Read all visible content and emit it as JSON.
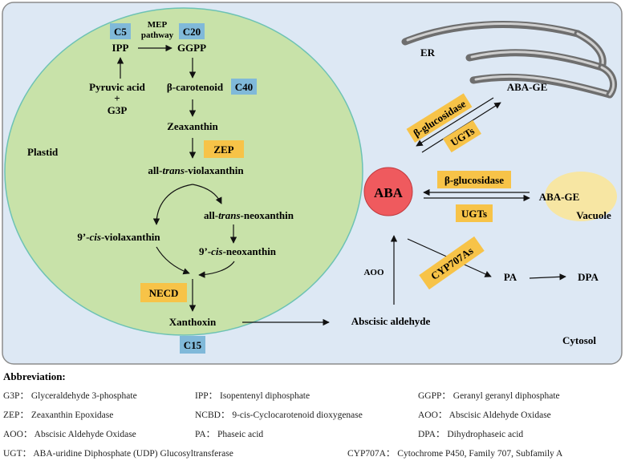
{
  "colors": {
    "cytosol_bg": "#dde8f4",
    "cytosol_border": "#8c8c8c",
    "plastid_fill": "#c8e2a9",
    "plastid_border": "#6dc2b4",
    "blue_box": "#80b9d9",
    "gold_box": "#f7c348",
    "aba_circle": "#ef5a5e",
    "vacuole": "#f7e6a3",
    "er": "#6e6e6e"
  },
  "icons": {
    "er": "endoplasmic-reticulum-icon",
    "vacuole": "vacuole-icon",
    "plastid": "plastid-icon"
  },
  "plastid": {
    "label": "Plastid",
    "c5": "C5",
    "ipp": "IPP",
    "mep_line1": "MEP",
    "mep_line2": "pathway",
    "c20": "C20",
    "ggpp": "GGPP",
    "pyruvic": "Pyruvic acid",
    "plus": "+",
    "g3p": "G3P",
    "beta_carotenoid": "β-carotenoid",
    "c40": "C40",
    "zeaxanthin": "Zeaxanthin",
    "zep": "ZEP",
    "all_trans_viol_prefix": "all-",
    "all_trans_viol_italic": "trans",
    "all_trans_viol_suffix": "-violaxanthin",
    "all_trans_neo_prefix": "all-",
    "all_trans_neo_italic": "trans",
    "all_trans_neo_suffix": "-neoxanthin",
    "cis_viol_prefix": "9’-",
    "cis_viol_italic": "cis",
    "cis_viol_suffix": "-violaxanthin",
    "cis_neo_prefix": "9’-",
    "cis_neo_italic": "cis",
    "cis_neo_suffix": "-neoxanthin",
    "necd": "NECD"
  },
  "cytosol": {
    "xanthoxin": "Xanthoxin",
    "c15": "C15",
    "abscisic_aldehyde": "Abscisic aldehyde",
    "aoo": "AOO",
    "aba": "ABA",
    "er": "ER",
    "aba_ge_er": "ABA-GE",
    "beta_glucosidase_er": "β-glucosidase",
    "ugts_er": "UGTs",
    "beta_glucosidase_vac": "β-glucosidase",
    "ugts_vac": "UGTs",
    "aba_ge_vac": "ABA-GE",
    "vacuole": "Vacuole",
    "cyp707as": "CYP707As",
    "pa": "PA",
    "dpa": "DPA",
    "label": "Cytosol"
  },
  "abbreviations": {
    "title": "Abbreviation:",
    "items": [
      [
        "G3P：  Glyceraldehyde 3-phosphate",
        "IPP：  Isopentenyl diphosphate",
        "GGPP：  Geranyl geranyl diphosphate"
      ],
      [
        "ZEP：  Zeaxanthin Epoxidase",
        "NCBD：  9-cis-Cyclocarotenoid dioxygenase",
        "AOO：  Abscisic Aldehyde Oxidase"
      ],
      [
        "AOO：  Abscisic Aldehyde Oxidase",
        "PA：  Phaseic acid",
        "DPA：  Dihydrophaseic acid"
      ],
      [
        "UGT：  ABA-uridine Diphosphate (UDP) Glucosyltransferase",
        "",
        "CYP707A：  Cytochrome P450, Family 707, Subfamily A"
      ]
    ]
  }
}
